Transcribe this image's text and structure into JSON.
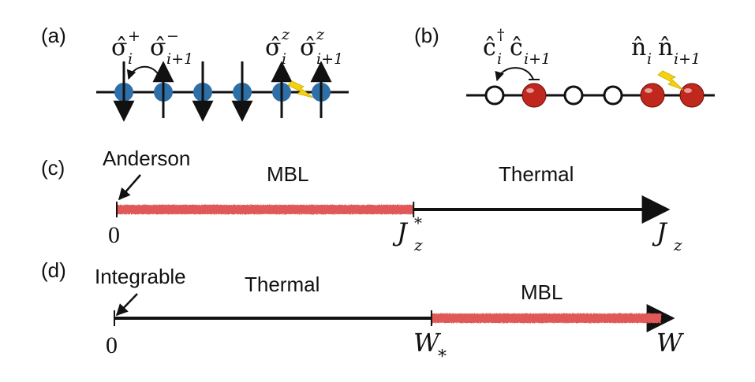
{
  "colors": {
    "ink": "#111111",
    "spin_site": "#2e6fa8",
    "particle": "#c0281e",
    "empty_site": "#ffffff",
    "mbl_band": "#e05858",
    "bolt": "#f5d20a"
  },
  "panel_a": {
    "label": "(a)",
    "hop_term": {
      "base1": "σ̂",
      "sub1": "i",
      "sup1": "+",
      "base2": "σ̂",
      "sub2": "i+1",
      "sup2": "−"
    },
    "int_term": {
      "base1": "σ̂",
      "sub1": "i",
      "sup1": "z",
      "base2": "σ̂",
      "sub2": "i+1",
      "sup2": "z"
    },
    "spins": [
      "down",
      "up",
      "down",
      "down",
      "up",
      "up"
    ]
  },
  "panel_b": {
    "label": "(b)",
    "hop_term": {
      "base1": "ĉ",
      "sub1": "i",
      "sup1": "†",
      "base2": "ĉ",
      "sub2": "i+1"
    },
    "int_term": {
      "base1": "n̂",
      "sub1": "i",
      "base2": "n̂",
      "sub2": "i+1"
    },
    "occupations": [
      0,
      1,
      0,
      0,
      1,
      1
    ]
  },
  "panel_c": {
    "label": "(c)",
    "annotation": "Anderson",
    "left_region": "MBL",
    "right_region": "Thermal",
    "origin": "0",
    "critical": {
      "base": "J",
      "sub": "z",
      "sup": "*"
    },
    "axis": {
      "base": "J",
      "sub": "z"
    },
    "mbl_fraction": [
      0,
      0.55
    ]
  },
  "panel_d": {
    "label": "(d)",
    "annotation": "Integrable",
    "left_region": "Thermal",
    "right_region": "MBL",
    "origin": "0",
    "critical": {
      "base": "W",
      "sub": "*"
    },
    "axis": {
      "base": "W"
    },
    "mbl_fraction": [
      0.58,
      1
    ]
  }
}
